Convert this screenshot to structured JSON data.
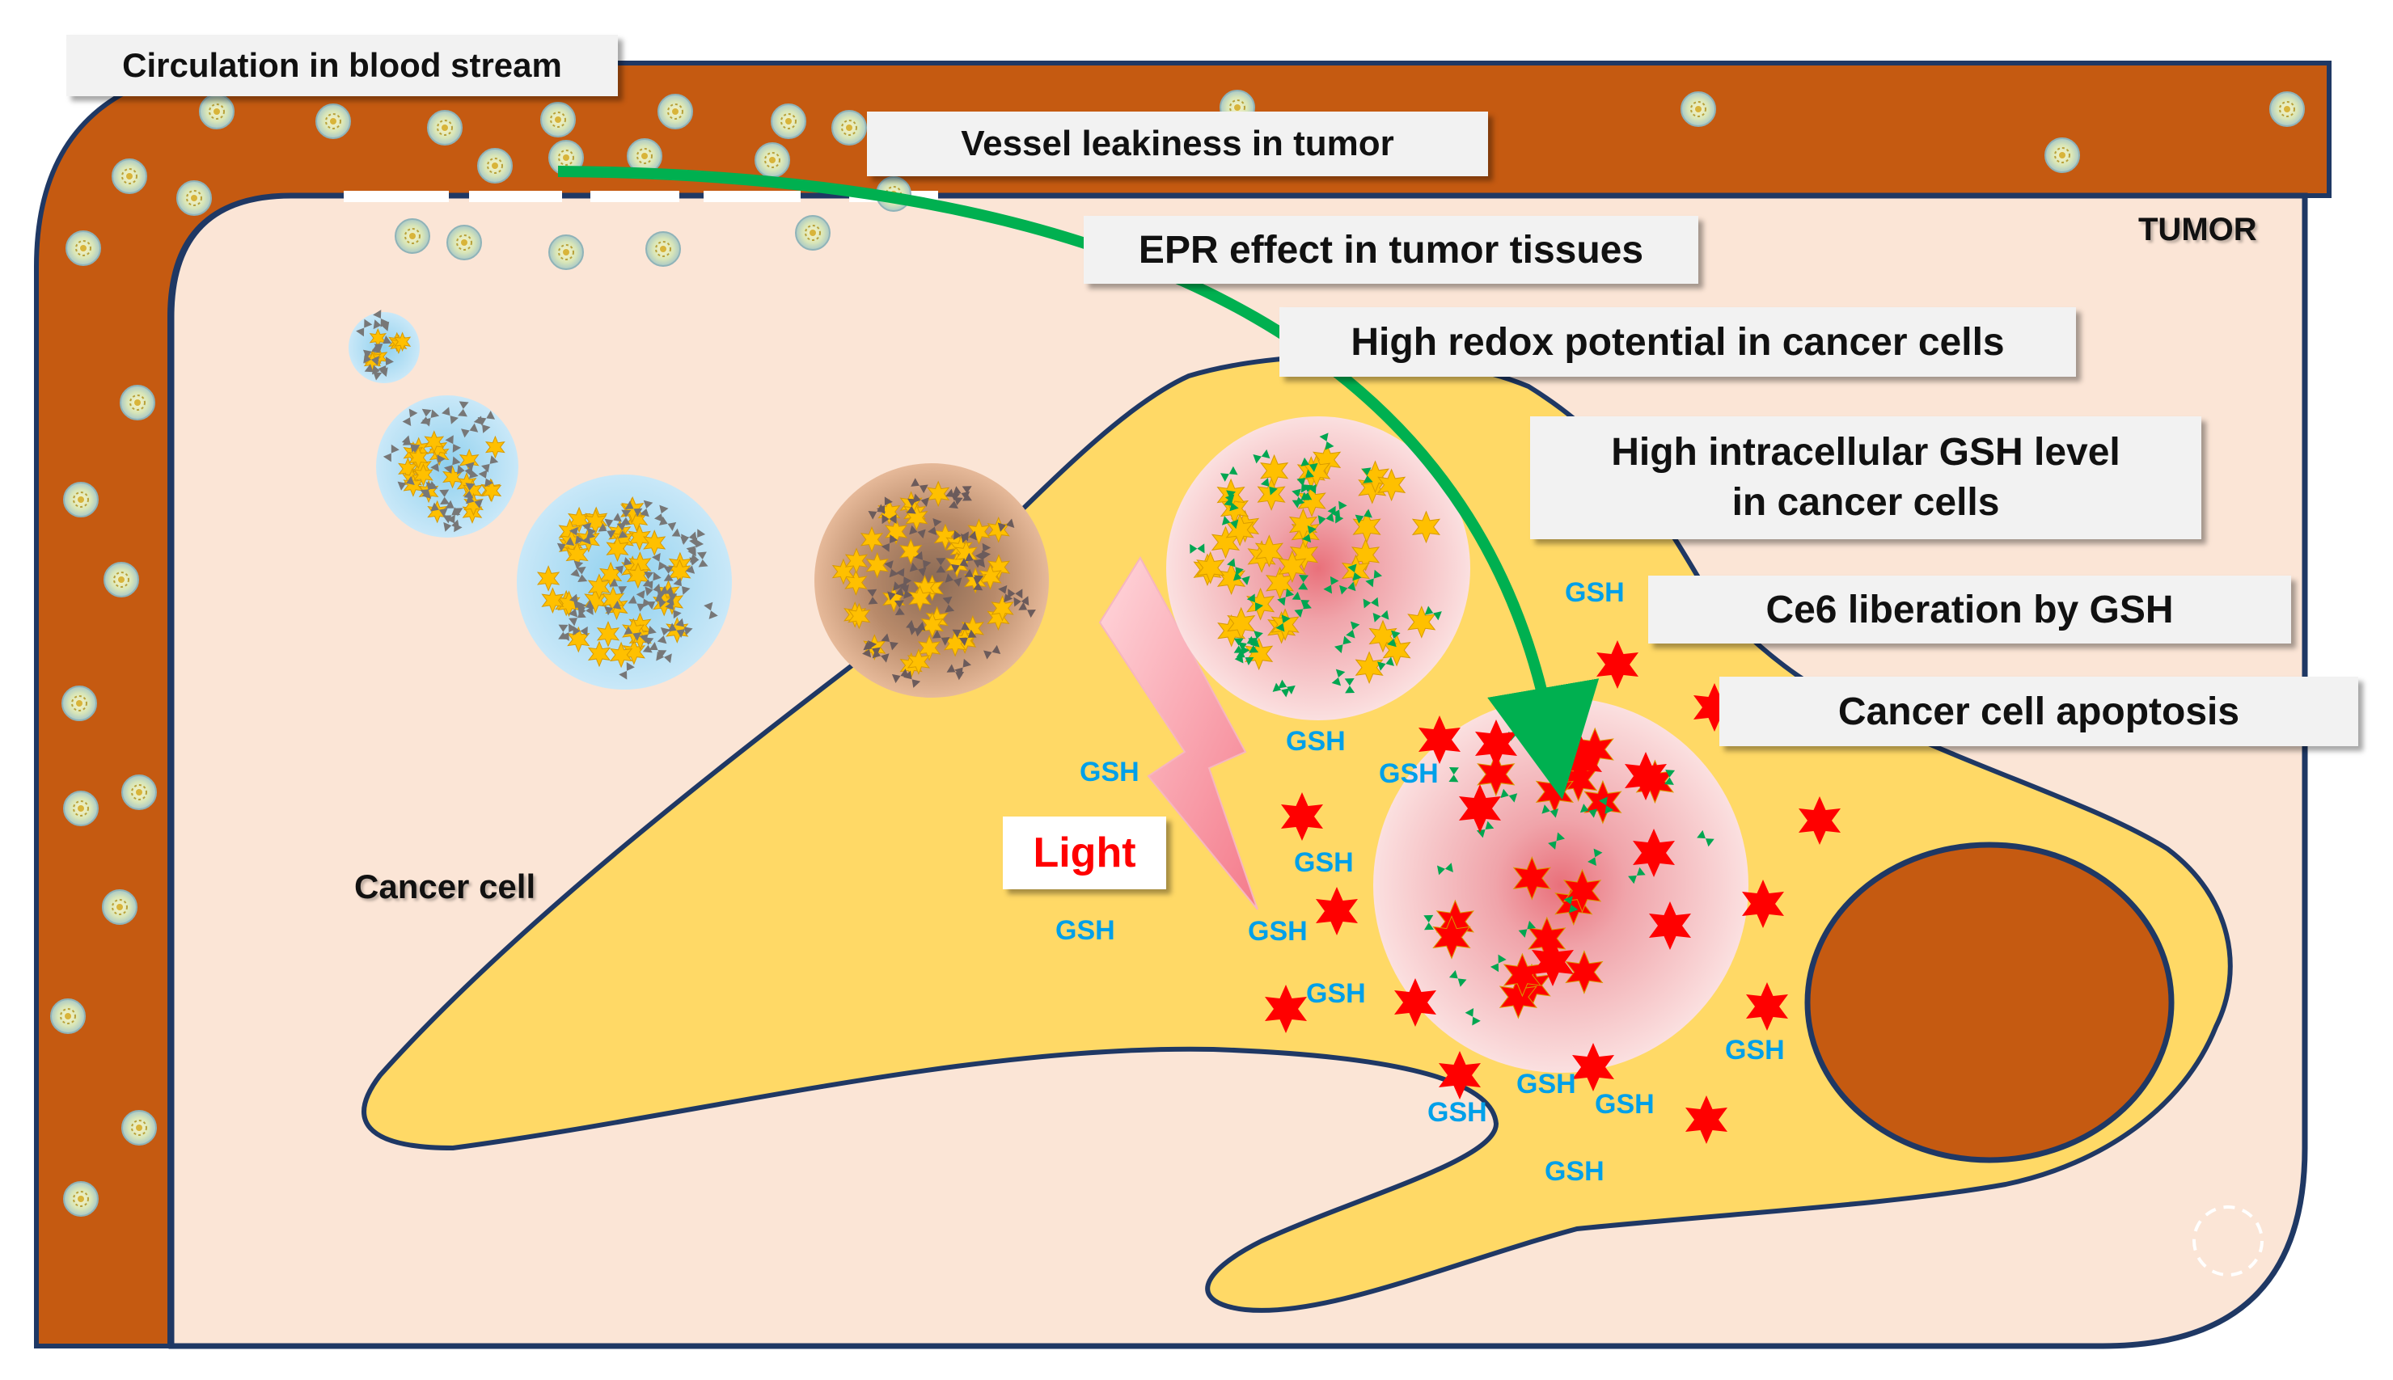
{
  "colors": {
    "vessel": "#c55a11",
    "tissue": "#fbe5d6",
    "cell": "#ffd966",
    "outline": "#1f3864",
    "nucleus": "#c55a11",
    "arrow": "#00b050",
    "gsh_text": "#00a0e9",
    "light_text": "#ff0000",
    "released_star": "#ff0000",
    "ce6_star": "#ffc000",
    "ligand": "#00a651"
  },
  "labels": {
    "circulation": "Circulation in blood stream",
    "vessel_leakiness": "Vessel leakiness in tumor",
    "epr_effect": "EPR effect in tumor tissues",
    "redox_potential": "High redox potential in cancer cells",
    "gsh_level_line1": "High intracellular GSH level",
    "gsh_level_line2": "in cancer cells",
    "ce6_liberation": "Ce6 liberation by GSH",
    "apoptosis": "Cancer cell apoptosis",
    "tumor": "TUMOR",
    "cancer_cell": "Cancer cell",
    "light": "Light"
  },
  "gsh_label": "GSH",
  "icons": {
    "nanoparticle": "nanoparticle-icon",
    "released_drug": "star-icon",
    "light": "lightning-bolt-icon",
    "arrow": "curved-arrow-icon"
  }
}
